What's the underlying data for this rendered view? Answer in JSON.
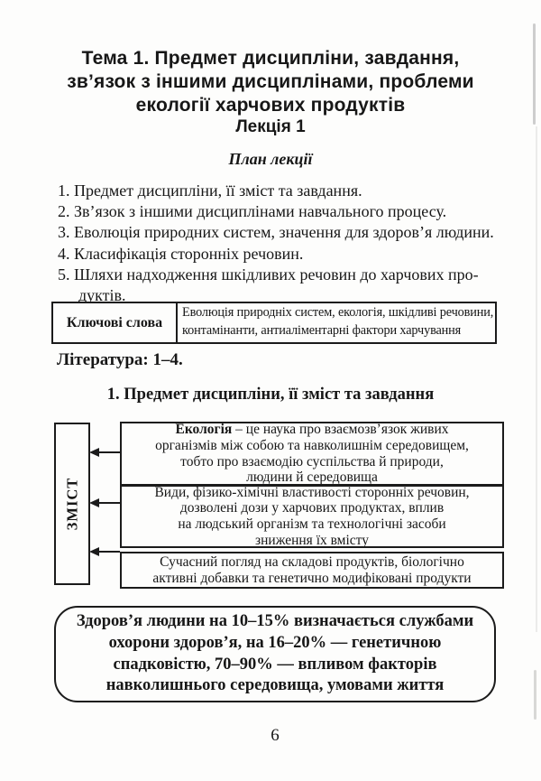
{
  "header": {
    "topic_title_lines": [
      "Тема 1. Предмет дисципліни, завдання,",
      "зв’язок з іншими дисциплінами, проблеми",
      "екології харчових продуктів"
    ],
    "lecture_label": "Лекція 1",
    "plan_heading": "План лекції"
  },
  "plan_list": {
    "lines": [
      "1. Предмет дисципліни, її зміст та завдання.",
      "2. Зв’язок з іншими дисциплінами навчального процесу.",
      "3. Еволюція природних систем, значення для здоров’я людини.",
      "4. Класифікація сторонніх речовин.",
      "5. Шляхи надходження шкідливих речовин до харчових про-",
      "дуктів."
    ]
  },
  "keywords_table": {
    "label": "Ключові слова",
    "value_lines": [
      "Еволюція природніх систем, екологія, шкідливі речовини,",
      "контамінанти, антиаліментарні фактори харчування"
    ]
  },
  "literature": {
    "text": "Література: 1–4."
  },
  "section": {
    "heading": "1. Предмет дисципліни, її зміст та завдання"
  },
  "content_diagram": {
    "axis_label": "ЗМІСТ",
    "ecology_box": {
      "lead": "Екологія",
      "lead_rest": " – це наука про взаємозв’язок живих",
      "lines": [
        "організмів між собою та навколишнім середовищем,",
        "тобто про взаємодію суспільства й природи,",
        "людини й середовища"
      ]
    },
    "substances_box": {
      "lines": [
        "Види, фізико-хімічні властивості сторонніх речовин,",
        "дозволені дози у харчових продуктах, вплив",
        "на людський організм та технологічні засоби",
        "зниження їх вмісту"
      ]
    },
    "modern_view_box": {
      "lines": [
        "Сучасний погляд на складові продуктів, біологічно",
        "активні добавки та генетично модифіковані продукти"
      ]
    }
  },
  "summary_box": {
    "lines": [
      "Здоров’я людини на 10–15% визначається службами",
      "охорони здоров’я, на 16–20% — генетичною",
      "спадковістю, 70–90% — впливом факторів",
      "навколишнього середовища, умовами життя"
    ]
  },
  "footer": {
    "page_number": "6"
  }
}
